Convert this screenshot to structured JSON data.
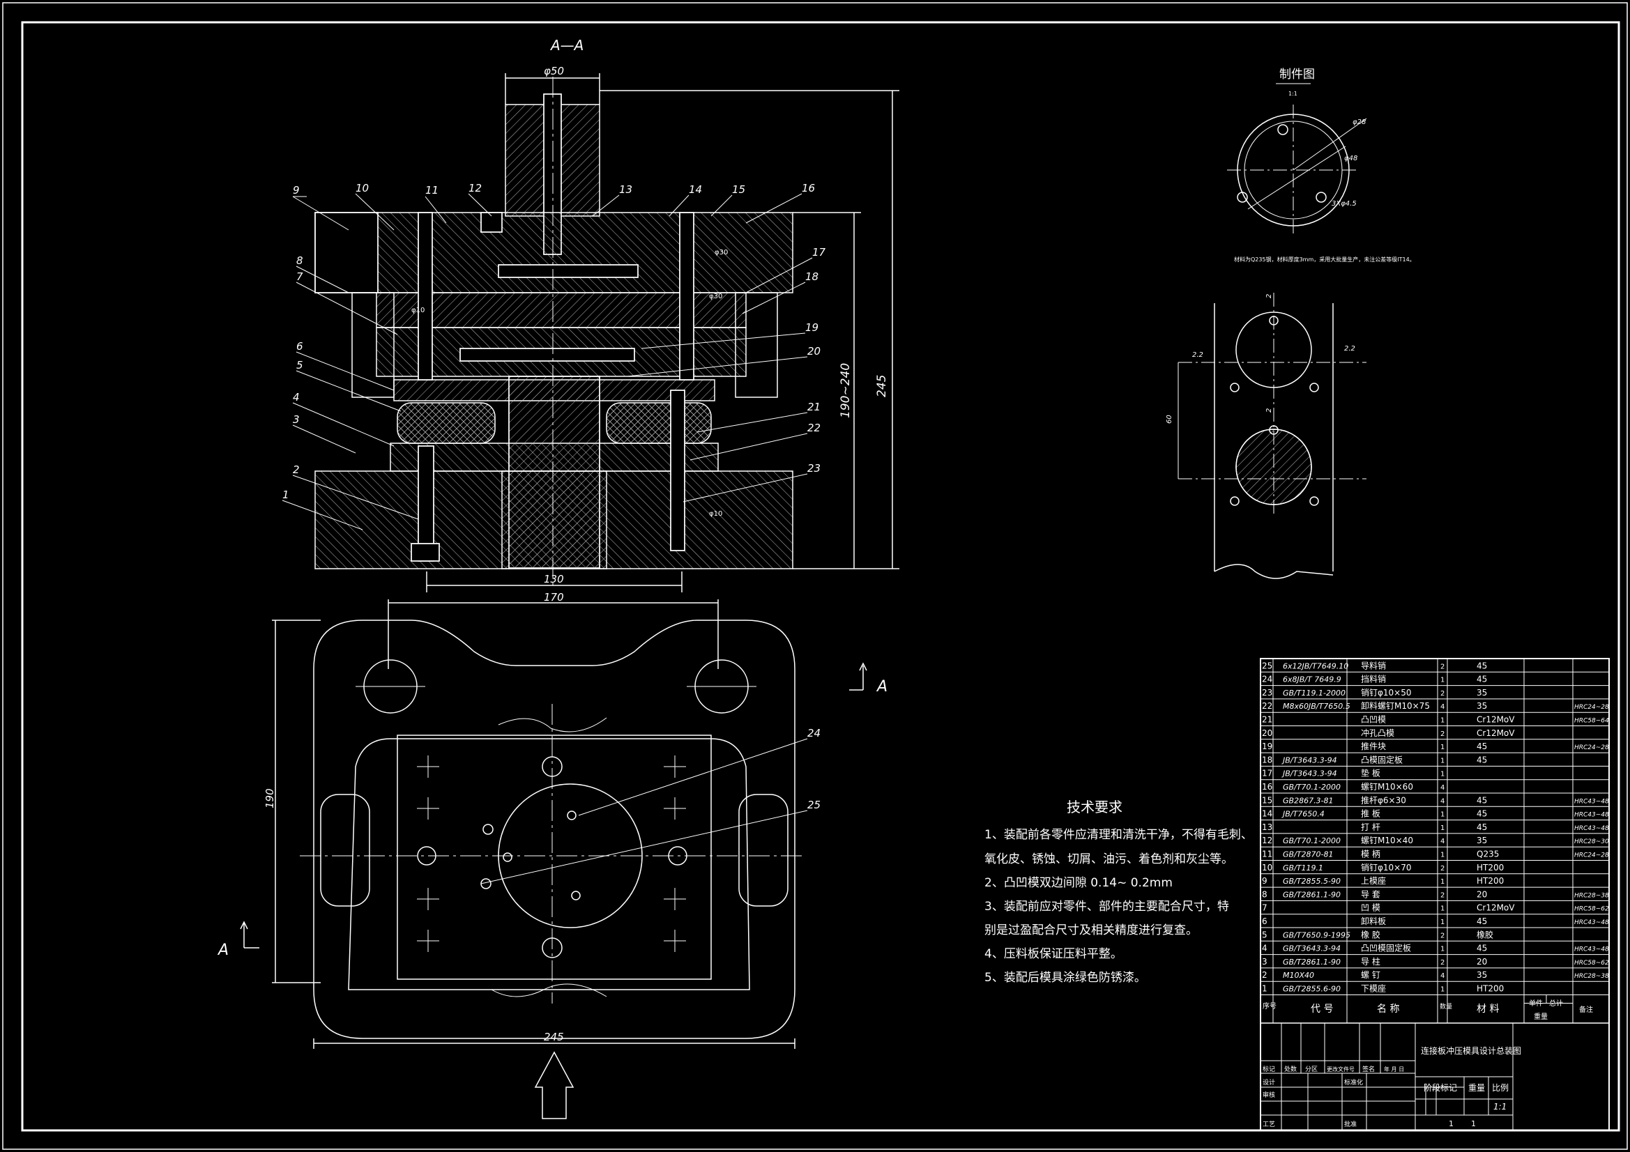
{
  "section_title": "A—A",
  "dims": {
    "phi50": "φ50",
    "h245": "245",
    "h190_240": "190~240",
    "w130": "130",
    "w170": "170",
    "h190": "190",
    "w245": "245",
    "phi10": "φ10",
    "phi30_a": "φ30",
    "phi30_b": "φ30",
    "phi10_b": "φ10"
  },
  "view_markers": {
    "a_right": "A",
    "a_left": "A"
  },
  "balloons": [
    "1",
    "2",
    "3",
    "4",
    "5",
    "6",
    "7",
    "8",
    "9",
    "10",
    "11",
    "12",
    "13",
    "14",
    "15",
    "16",
    "17",
    "18",
    "19",
    "20",
    "21",
    "22",
    "23",
    "24",
    "25"
  ],
  "part_drawing": {
    "title": "制件图",
    "scale": "1:1",
    "dim_phi28": "φ28",
    "dim_phi48": "φ48",
    "dim_holes": "3Xφ4.5",
    "note": "材料为Q235钢，材料厚度3mm，采用大批量生产，未注公差等级IT14。",
    "strip_dims": {
      "d1": "2",
      "d2": "2.2",
      "d3": "2.2",
      "d4": "2",
      "pitch": "60"
    }
  },
  "tech_req": {
    "title": "技术要求",
    "lines": [
      "1、装配前各零件应清理和清洗干净，不得有毛刺、",
      "氧化皮、锈蚀、切屑、油污、着色剂和灰尘等。",
      "2、凸凹模双边间隙    0.14~ 0.2mm",
      "3、装配前应对零件、部件的主要配合尺寸，特",
      "别是过盈配合尺寸及相关精度进行复查。",
      "4、压料板保证压料平整。",
      "5、装配后模具涂绿色防锈漆。"
    ]
  },
  "bom": [
    [
      "25",
      "6x12JB/T7649.10",
      "导料销",
      "2",
      "45",
      ""
    ],
    [
      "24",
      "6x8JB/T 7649.9",
      "挡料销",
      "1",
      "45",
      ""
    ],
    [
      "23",
      "GB/T119.1-2000",
      "销钉φ10×50",
      "2",
      "35",
      ""
    ],
    [
      "22",
      "M8x60JB/T7650.5",
      "卸料螺钉M10×75",
      "4",
      "35",
      "HRC24~28"
    ],
    [
      "21",
      "",
      "凸凹模",
      "1",
      "Cr12MoV",
      "HRC58~64"
    ],
    [
      "20",
      "",
      "冲孔凸模",
      "2",
      "Cr12MoV",
      ""
    ],
    [
      "19",
      "",
      "推件块",
      "1",
      "45",
      "HRC24~28"
    ],
    [
      "18",
      "JB/T3643.3-94",
      "凸模固定板",
      "1",
      "45",
      ""
    ],
    [
      "17",
      "JB/T3643.3-94",
      "垫  板",
      "1",
      "",
      ""
    ],
    [
      "16",
      "GB/T70.1-2000",
      "螺钉M10×60",
      "4",
      "",
      ""
    ],
    [
      "15",
      "GB2867.3-81",
      "推杆φ6×30",
      "4",
      "45",
      "HRC43~48"
    ],
    [
      "14",
      "JB/T7650.4",
      "推  板",
      "1",
      "45",
      "HRC43~48"
    ],
    [
      "13",
      "",
      "打  杆",
      "1",
      "45",
      "HRC43~48"
    ],
    [
      "12",
      "GB/T70.1-2000",
      "螺钉M10×40",
      "4",
      "35",
      "HRC28~30"
    ],
    [
      "11",
      "GB/T2870-81",
      "模  柄",
      "1",
      "Q235",
      "HRC24~28"
    ],
    [
      "10",
      "GB/T119.1",
      "销钉φ10×70",
      "2",
      "HT200",
      ""
    ],
    [
      "9",
      "GB/T2855.5-90",
      "上模座",
      "1",
      "HT200",
      ""
    ],
    [
      "8",
      "GB/T2861.1-90",
      "导  套",
      "2",
      "20",
      "HRC28~38"
    ],
    [
      "7",
      "",
      "凹  模",
      "1",
      "Cr12MoV",
      "HRC58~62"
    ],
    [
      "6",
      "",
      "卸料板",
      "1",
      "45",
      "HRC43~48"
    ],
    [
      "5",
      "GB/T7650.9-1995",
      "橡  胶",
      "2",
      "橡胶",
      ""
    ],
    [
      "4",
      "GB/T3643.3-94",
      "凸凹模固定板",
      "1",
      "45",
      "HRC43~48"
    ],
    [
      "3",
      "GB/T2861.1-90",
      "导  柱",
      "2",
      "20",
      "HRC58~62"
    ],
    [
      "2",
      "M10X40",
      "螺  钉",
      "4",
      "35",
      "HRC28~38"
    ],
    [
      "1",
      "GB/T2855.6-90",
      "下模座",
      "1",
      "HT200",
      ""
    ]
  ],
  "bom_header": {
    "no": "序号",
    "code": "代   号",
    "name": "名   称",
    "qty": "数量",
    "mat": "材   料",
    "unit_w": "单件",
    "total_w": "总计",
    "weight": "重量",
    "note": "备注"
  },
  "title_block": {
    "drawing_name": "连接板冲压模具设计总装图",
    "stage_mark": "阶段标记",
    "weight": "重量",
    "ratio": "比例",
    "ratio_val": "1:1",
    "r1": "标记",
    "r2": "处数",
    "r3": "分区",
    "r4": "更改文件号",
    "r5": "签名",
    "r6": "年 月 日",
    "design": "设计",
    "std": "标准化",
    "review": "审核",
    "process": "工艺",
    "approve": "批准",
    "sheet_a": "1",
    "sheet_b": "1"
  }
}
